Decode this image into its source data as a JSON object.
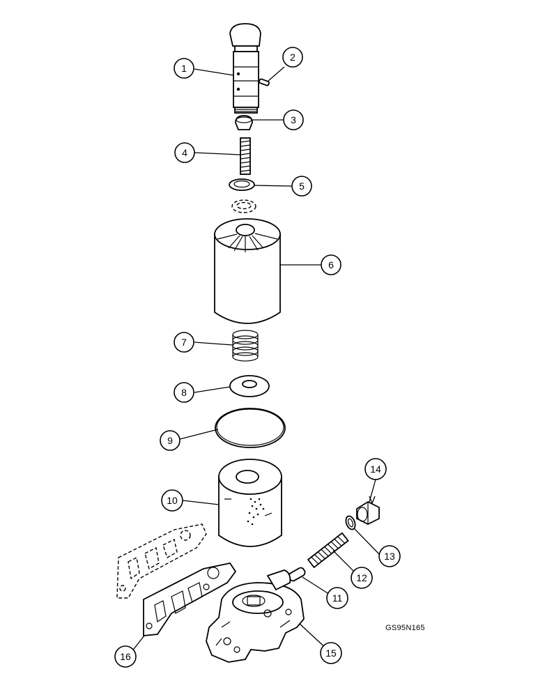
{
  "drawing_code": "GS95N165",
  "callouts": [
    "1",
    "2",
    "3",
    "4",
    "5",
    "6",
    "7",
    "8",
    "9",
    "10",
    "11",
    "12",
    "13",
    "14",
    "15",
    "16"
  ],
  "colors": {
    "ink": "#000000",
    "paper": "#ffffff"
  }
}
